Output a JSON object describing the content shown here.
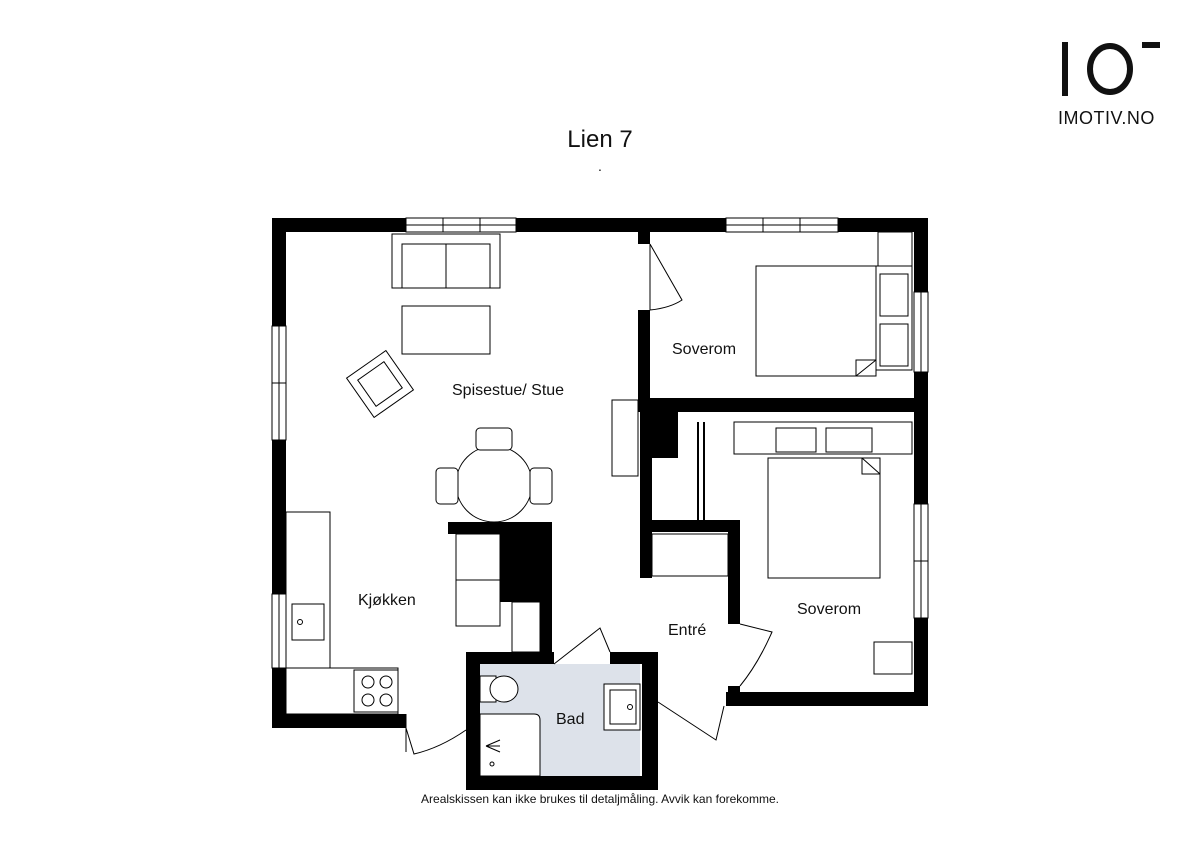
{
  "brand": {
    "logo_icon": "imotiv-logo-icon",
    "site": "IMOTIV.NO"
  },
  "plan": {
    "title": "Lien 7",
    "subtitle": ".",
    "rooms": {
      "living": "Spisestue/ Stue",
      "bedroom_top": "Soverom",
      "bedroom_bottom": "Soverom",
      "kitchen": "Kjøkken",
      "entrance": "Entré",
      "bathroom": "Bad"
    },
    "bathroom_fill": "#dde2ea",
    "wall_color": "#000000"
  },
  "footer": {
    "disclaimer": "Arealskissen kan ikke brukes til detaljmåling. Avvik kan forekomme."
  }
}
